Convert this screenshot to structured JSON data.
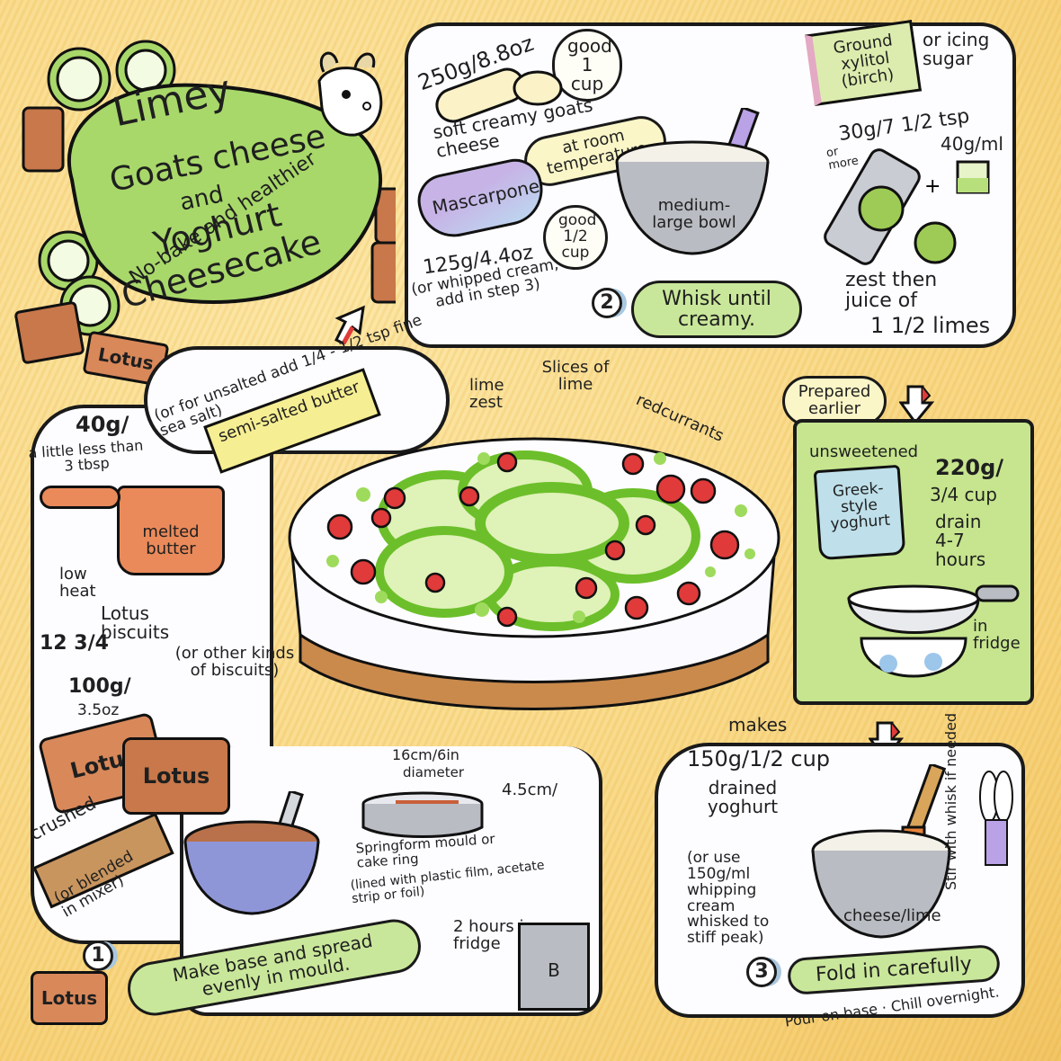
{
  "title": {
    "line1": "Limey",
    "line2": "Goats cheese",
    "line3": "and",
    "line4": "Yoghurt",
    "line5": "Cheesecake",
    "subtitle": "No-bake and healthier"
  },
  "biscuit_brand": "Lotus",
  "step1": {
    "number": "1",
    "label": "Make base and spread evenly in mould.",
    "butter": {
      "amount": "40g/",
      "amount_note": "a little less than 3 tbsp",
      "type": "semi-salted butter",
      "note": "(or for unsalted add 1/4 - 1/2 tsp fine sea salt)",
      "container_label": "melted butter",
      "heat": "low heat"
    },
    "biscuits": {
      "count": "12 3/4",
      "name": "Lotus biscuits",
      "alt": "(or other kinds of biscuits)",
      "weight": "100g/",
      "weight_oz": "3.5oz",
      "prep": "crushed",
      "prep_alt": "(or blended in mixer)"
    },
    "mould": {
      "diameter": "16cm/6in",
      "diameter_label": "diameter",
      "height": "4.5cm/",
      "label": "Springform mould or cake ring",
      "lining": "(lined with plastic film, acetate strip or foil)",
      "chill": "2 hours in fridge",
      "fridge_letter": "B"
    }
  },
  "step2": {
    "number": "2",
    "label": "Whisk until creamy.",
    "goats_cheese": {
      "amount": "250g/8.8oz",
      "cups": "good 1 cup",
      "name": "soft creamy goats cheese"
    },
    "room_temp": "at room temperature",
    "mascarpone": {
      "name": "Mascarpone",
      "amount": "125g/4.4oz",
      "cups": "good 1/2 cup",
      "alt": "(or whipped cream, add in step 3)"
    },
    "bowl_label": "medium-large bowl",
    "sweetener": {
      "name": "Ground xylitol (birch)",
      "alt": "or icing sugar",
      "amount": "30g/7 1/2 tsp",
      "amount_note": "or more"
    },
    "lime": {
      "juice_amount": "40g/ml",
      "instruction": "zest then juice of",
      "quantity": "1 1/2 limes"
    }
  },
  "prepared": {
    "badge": "Prepared earlier",
    "yoghurt_note": "unsweetened",
    "yoghurt_name": "Greek-style yoghurt",
    "amount": "220g/",
    "cups": "3/4 cup",
    "drain": "drain 4-7 hours",
    "where": "in fridge"
  },
  "step3": {
    "number": "3",
    "label": "Fold in carefully",
    "makes": "makes",
    "drained_amount": "150g/1/2 cup",
    "drained_name": "drained yoghurt",
    "alt": "(or use 150g/ml whipping cream whisked to stiff peak)",
    "bowl_label": "cheese/lime",
    "whisk_note": "Stir with whisk if needed",
    "finish": "Pour on base · Chill overnight."
  },
  "cake": {
    "toppings": [
      "lime zest",
      "Slices of lime",
      "redcurrants"
    ]
  },
  "colors": {
    "background": "#f7d98a",
    "lime_green": "#a8d86a",
    "label_green": "#c9e79a",
    "redcurrant": "#e03a3a",
    "bowl_grey": "#b9bcc2",
    "bowl_blue": "#8f96d8",
    "biscuit": "#c8784a",
    "yoghurt_box": "#bfe0ea",
    "mascarpone_lid": "#c7b3e6"
  }
}
